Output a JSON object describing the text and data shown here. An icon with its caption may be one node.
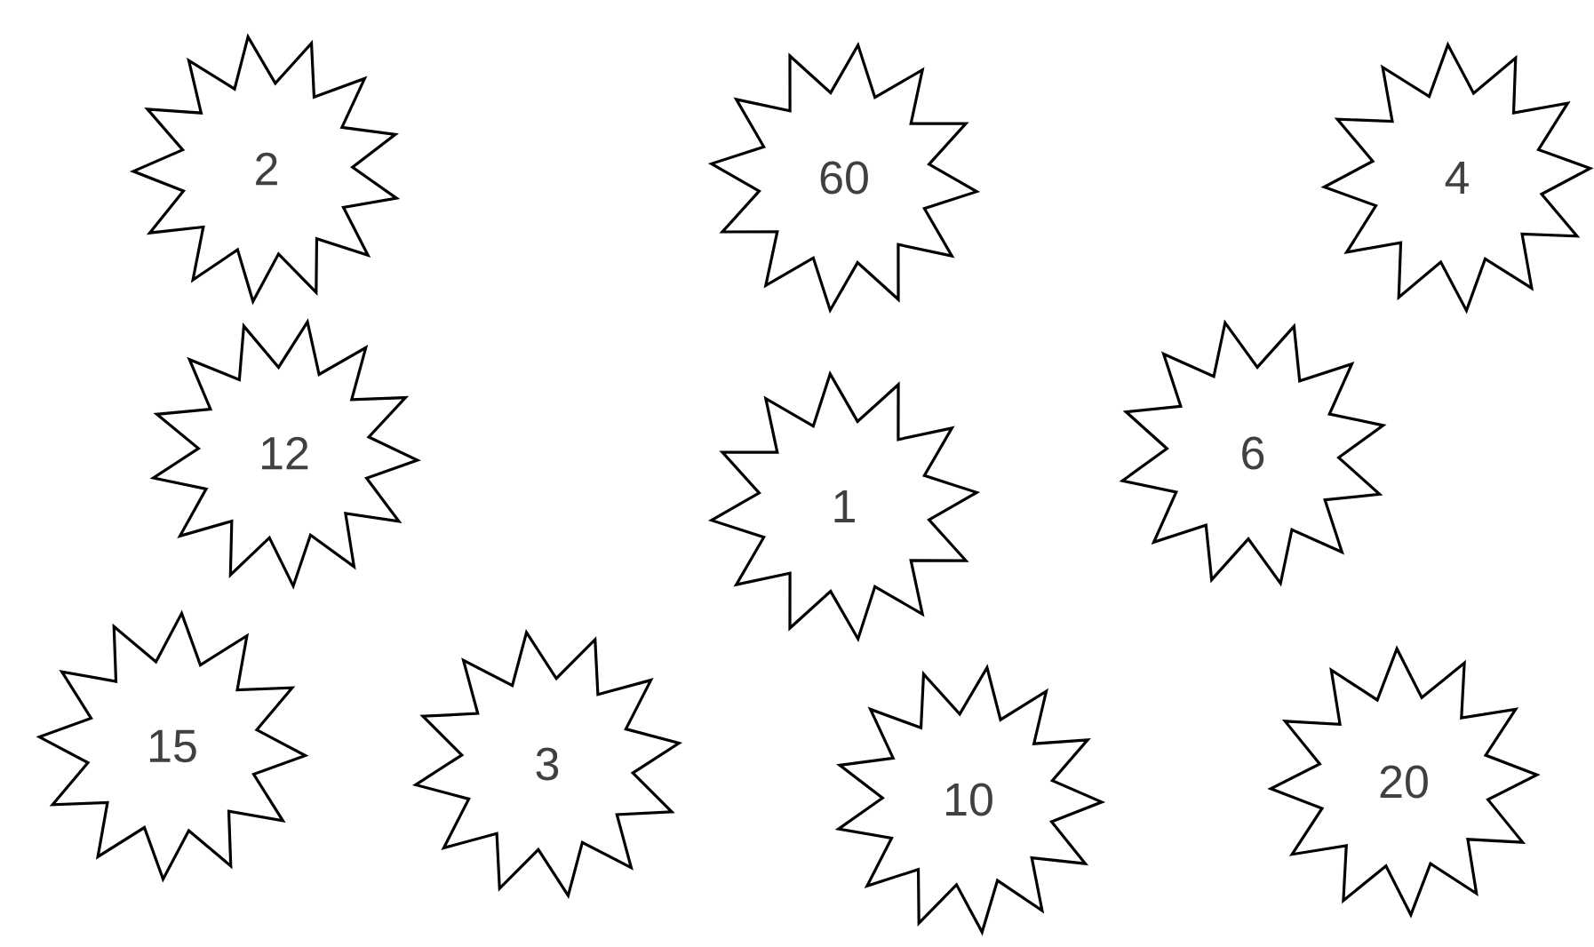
{
  "diagram": {
    "nodes": [
      {
        "text": [
          "2"
        ]
      },
      {
        "text": [
          "60"
        ]
      },
      {
        "text": [
          "4"
        ]
      },
      {
        "text": [
          "12"
        ]
      },
      {
        "text": [
          "1"
        ]
      },
      {
        "text": [
          "6"
        ]
      },
      {
        "text": [
          "15"
        ]
      },
      {
        "text": [
          "3"
        ]
      },
      {
        "text": [
          "10"
        ]
      },
      {
        "text": [
          "20"
        ]
      }
    ]
  }
}
